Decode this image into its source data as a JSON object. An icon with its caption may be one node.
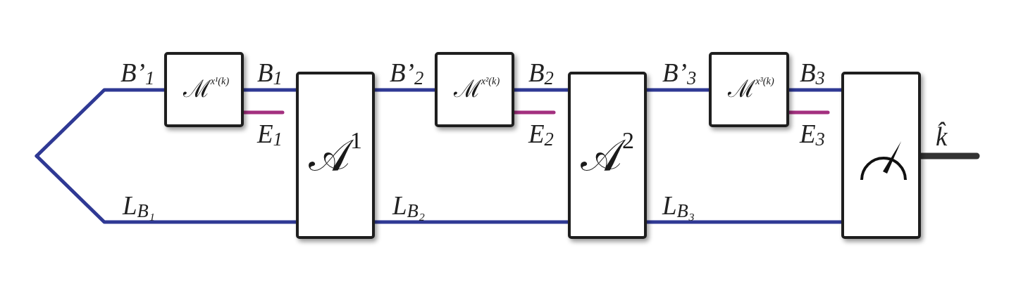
{
  "diagram": {
    "nodes": [
      {
        "text": [
          "ℳ$^{x¹(k)}$"
        ]
      },
      {
        "text": [
          "𝒜$^{1}$"
        ]
      },
      {
        "text": [
          "ℳ$^{x²(k)}$"
        ]
      },
      {
        "text": [
          "𝒜$^{2}$"
        ]
      },
      {
        "text": [
          "ℳ$^{x³(k)}$"
        ]
      },
      {
        "text": [],
        "shape": "meter"
      }
    ],
    "edges": [
      {
        "from": null,
        "to": 0,
        "arrow": "none",
        "label": "B’$_{1}$"
      },
      {
        "from": null,
        "to": 1,
        "arrow": "none",
        "label": "L$_{B₁}$"
      },
      {
        "from": 0,
        "to": 1,
        "arrow": "none",
        "label": "B$_{1}$"
      },
      {
        "from": 0,
        "to": null,
        "arrow": "none",
        "label": "E$_{1}$",
        "color": "#a3307f"
      },
      {
        "from": 1,
        "to": 2,
        "arrow": "none",
        "label": "B’$_{2}$"
      },
      {
        "from": 2,
        "to": 3,
        "arrow": "none",
        "label": "B$_{2}$"
      },
      {
        "from": 2,
        "to": null,
        "arrow": "none",
        "label": "E$_{2}$",
        "color": "#a3307f"
      },
      {
        "from": 1,
        "to": 3,
        "arrow": "none",
        "label": "L$_{B₂}$"
      },
      {
        "from": 3,
        "to": 4,
        "arrow": "none",
        "label": "B’$_{3}$"
      },
      {
        "from": 4,
        "to": 5,
        "arrow": "none",
        "label": "B$_{3}$"
      },
      {
        "from": 4,
        "to": null,
        "arrow": "none",
        "label": "E$_{3}$",
        "color": "#a3307f"
      },
      {
        "from": 3,
        "to": 5,
        "arrow": "none",
        "label": "L$_{B₃}$"
      },
      {
        "from": 5,
        "to": null,
        "arrow": "none",
        "label": "k̂",
        "style": "thick",
        "color": "#333333"
      }
    ]
  }
}
